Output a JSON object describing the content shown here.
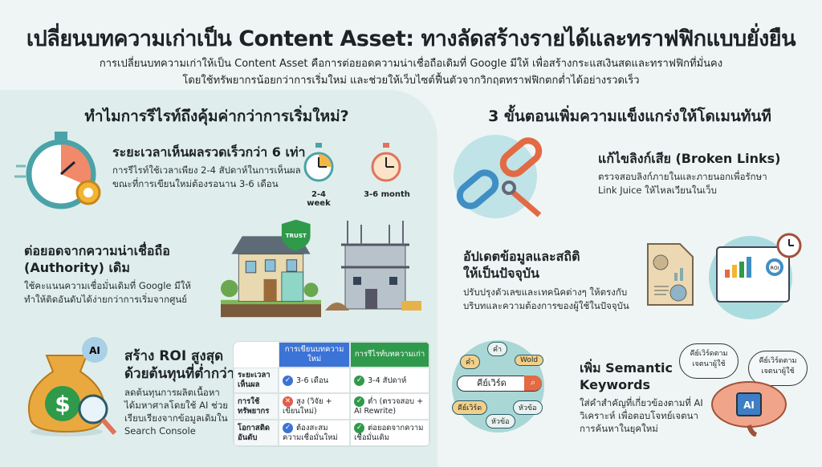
{
  "header": {
    "title": "เปลี่ยนบทความเก่าเป็น Content Asset: ทางลัดสร้างรายได้และทราฟฟิกแบบยั่งยืน",
    "subtitle_line1": "การเปลี่ยนบทความเก่าให้เป็น Content Asset คือการต่อยอดความน่าเชื่อถือเดิมที่ Google มีให้ เพื่อสร้างกระแสเงินสดและทราฟฟิกที่มั่นคง",
    "subtitle_line2": "โดยใช้ทรัพยากรน้อยกว่าการเริ่มใหม่ และช่วยให้เว็บไซต์ฟื้นตัวจากวิกฤตทราฟฟิกตกต่ำได้อย่างรวดเร็ว"
  },
  "left": {
    "heading": "ทำไมการรีไรท์ถึงคุ้มค่ากว่าการเริ่มใหม่?",
    "speed": {
      "title": "ระยะเวลาเห็นผลรวดเร็วกว่า 6 เท่า",
      "desc1": "การรีไรท์ใช้เวลาเพียง 2-4 สัปดาห์ในการเห็นผล",
      "desc2": "ขณะที่การเขียนใหม่ต้องรอนาน 3-6 เดือน",
      "clock1_label": "2-4 week",
      "clock2_label": "3-6 month"
    },
    "authority": {
      "title1": "ต่อยอดจากความน่าเชื่อถือ",
      "title2": "(Authority) เดิม",
      "desc1": "ใช้คะแนนความเชื่อมั่นเดิมที่ Google มีให้",
      "desc2": "ทำให้ติดอันดับได้ง่ายกว่าการเริ่มจากศูนย์",
      "badge": "TRUST"
    },
    "roi": {
      "title1": "สร้าง ROI สูงสุด",
      "title2": "ด้วยต้นทุนที่ต่ำกว่า",
      "desc1": "ลดต้นทุนการผลิตเนื้อหา",
      "desc2": "ได้มหาศาลโดยใช้ AI ช่วย",
      "desc3": "เรียบเรียงจากข้อมูลเดิมใน",
      "desc4": "Search Console",
      "ai_badge": "AI",
      "table": {
        "columns": [
          "การเขียนบทความใหม่",
          "การรีไรท์บทความเก่า"
        ],
        "rows": [
          {
            "label": "ระยะเวลาเห็นผล",
            "new": "3-6 เดือน",
            "new_status": "check",
            "old": "3-4 สัปดาห์",
            "old_status": "check"
          },
          {
            "label": "การใช้ทรัพยากร",
            "new": "สูง (วิจัย + เขียนใหม่)",
            "new_status": "cross",
            "old": "ต่ำ (ตรวจสอบ + AI Rewrite)",
            "old_status": "check"
          },
          {
            "label": "โอกาสติดอันดับ",
            "new": "ต้องสะสมความเชื่อมั่นใหม่",
            "new_status": "check",
            "old": "ต่อยอดจากความเชื่อมั่นเดิม",
            "old_status": "check"
          }
        ]
      }
    }
  },
  "right": {
    "heading": "3 ขั้นตอนเพิ่มความแข็งแกร่งให้โดเมนทันที",
    "links": {
      "title": "แก้ไขลิงก์เสีย (Broken Links)",
      "desc1": "ตรวจสอบลิงก์ภายในและภายนอกเพื่อรักษา",
      "desc2": "Link Juice ให้ไหลเวียนในเว็บ"
    },
    "update": {
      "title1": "อัปเดตข้อมูลและสถิติ",
      "title2": "ให้เป็นปัจจุบัน",
      "desc1": "ปรับปรุงตัวเลขและเทคนิคต่างๆ ให้ตรงกับ",
      "desc2": "บริบทและความต้องการของผู้ใช้ในปัจจุบัน",
      "gauge_label": "ROI"
    },
    "semantic": {
      "title1": "เพิ่ม Semantic",
      "title2": "Keywords",
      "desc1": "ใส่คำสำคัญที่เกี่ยวข้องตามที่ AI",
      "desc2": "วิเคราะห์ เพื่อตอบโจทย์เจตนา",
      "desc3": "การค้นหาในยุคใหม่",
      "search_label": "คีย์เวิร์ด",
      "pills": [
        "คำ",
        "คำ",
        "Wold",
        "คีย์เวิร์ด",
        "หัวข้อ",
        "หัวข้อ"
      ],
      "thought1": "คีย์เวิร์ดตามเจตนาผู้ใช้",
      "thought2": "คีย์เวิร์ดตามเจตนาผู้ใช้",
      "chip": "AI"
    }
  },
  "colors": {
    "panel": "#dfeeec",
    "blue_header": "#3b73d6",
    "green_header": "#2f9a4c",
    "orange": "#e8704a",
    "teal": "#4aa3a8"
  }
}
